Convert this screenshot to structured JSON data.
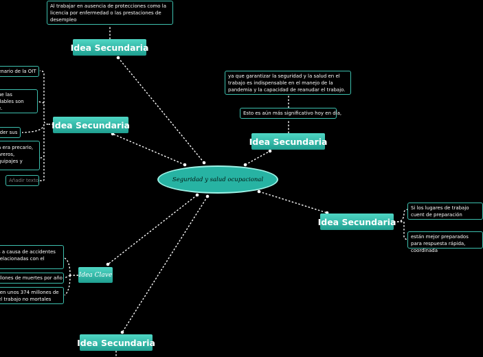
{
  "central": {
    "label": "Seguridad y salud ocupacional"
  },
  "main_ideas": [
    {
      "label": "Idea Secundaria"
    },
    {
      "label": "Idea Secundaria"
    },
    {
      "label": "Idea Secundaria"
    },
    {
      "label": "Idea Secundaria"
    },
    {
      "label": "Idea Clave"
    },
    {
      "label": "Idea Secundaria"
    }
  ],
  "notes": {
    "top": "Al trabajar en ausencia de protecciones como la licencia por enfermedad o las prestaciones de desempleo",
    "right_top": "ya que garantizar la seguridad y la salud en el trabajo es indispensable en el manejo de la pandemia y la capacidad de reanudar el trabajo.",
    "right_mid": "Esto es aún más significativo hoy en día,",
    "right_a": "Si los lugares de trabajo cuent de preparación",
    "right_b": "están mejor preparados para respuesta rápida, coordinada",
    "left_1": "enario de la OIT",
    "left_2a": "ue las",
    "left_2b": "dables son",
    "left_2c": "e.",
    "left_3": "rder sus",
    "left_4a": "a era precario,",
    "left_4b": "areros,",
    "left_4c": "quipajes y",
    "left_placeholder": "Añadir texto",
    "key_1a": "s a causa de accidentes",
    "key_1b": "relacionadas con el",
    "key_2": "illones de muertes por año",
    "key_3a": "ren unos 374 millones de",
    "key_3b": "el trabajo no mortales"
  },
  "colors": {
    "accent": "#2ab9a8",
    "link": "#ffffff",
    "background": "#000000"
  }
}
